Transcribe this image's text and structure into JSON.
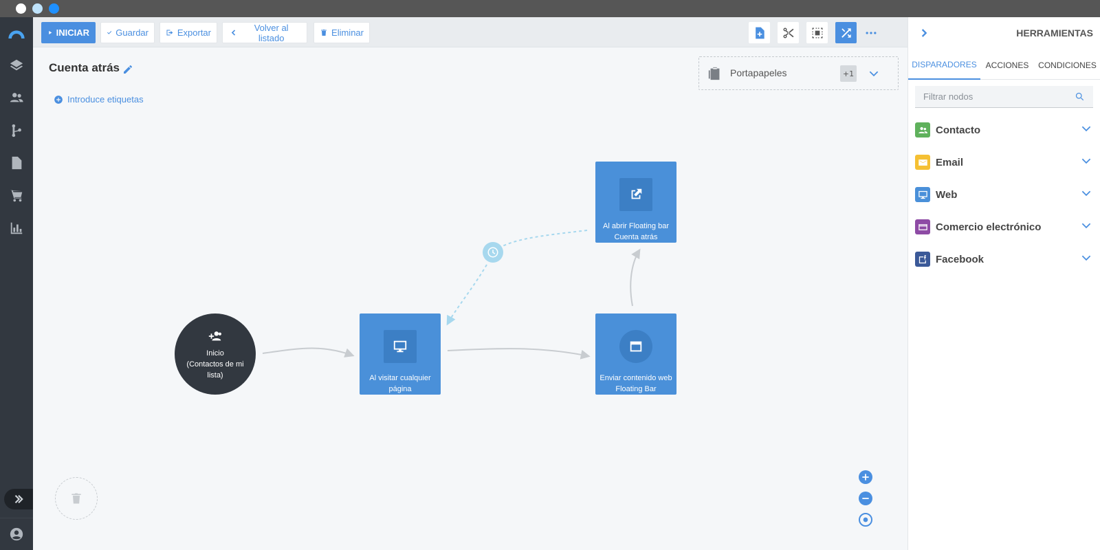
{
  "toolbar": {
    "start_label": "INICIAR",
    "save_label": "Guardar",
    "export_label": "Exportar",
    "back_label": "Volver al listado",
    "delete_label": "Eliminar"
  },
  "workflow": {
    "title": "Cuenta atrás",
    "tags_label": "Introduce etiquetas"
  },
  "clipboard": {
    "label": "Portapapeles",
    "badge": "+1"
  },
  "nodes": {
    "start": {
      "label": "Inicio\n(Contactos de mi lista)",
      "line1": "Inicio",
      "line2": "(Contactos de mi",
      "line3": "lista)"
    },
    "visit": {
      "line1": "Al visitar cualquier",
      "line2": "página"
    },
    "send": {
      "line1": "Enviar contenido web",
      "line2": "Floating Bar"
    },
    "open": {
      "line1": "Al abrir Floating bar",
      "line2": "Cuenta atrás"
    }
  },
  "panel": {
    "title": "HERRAMIENTAS",
    "tabs": [
      "DISPARADORES",
      "ACCIONES",
      "CONDICIONES"
    ],
    "active_tab": "DISPARADORES",
    "filter_placeholder": "Filtrar nodos",
    "categories": [
      {
        "label": "Contacto",
        "icon": "people-icon",
        "color": "#5fb15c"
      },
      {
        "label": "Email",
        "icon": "mail-icon",
        "color": "#f5c033"
      },
      {
        "label": "Web",
        "icon": "monitor-icon",
        "color": "#4a90d9"
      },
      {
        "label": "Comercio electrónico",
        "icon": "card-icon",
        "color": "#8e4ba5"
      },
      {
        "label": "Facebook",
        "icon": "facebook-icon",
        "color": "#3b5998"
      }
    ]
  },
  "colors": {
    "accent": "#4a8fe0",
    "node_blue": "#4a90d9",
    "dark": "#323840"
  }
}
